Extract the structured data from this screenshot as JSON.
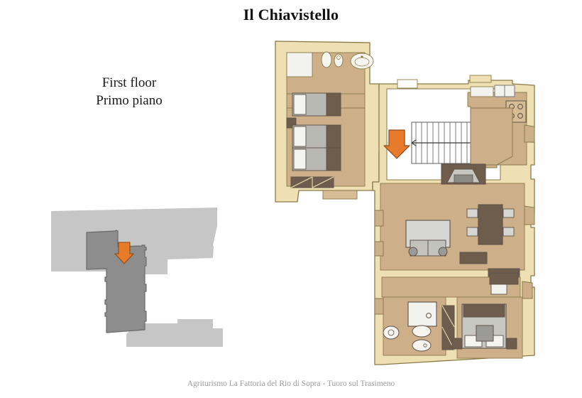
{
  "title": "Il Chiavistello",
  "floor": {
    "english": "First floor",
    "italian": "Primo piano"
  },
  "footer": "Agriturismo La Fattoria del Rio di Sopra - Tuoro sul Trasimeno",
  "colors": {
    "wall_fill": "#efe0b4",
    "wall_stroke": "#8a7a48",
    "room_floor": "#cdb08a",
    "room_floor_light": "#d8bc96",
    "furniture_dark": "#6e5c4c",
    "furniture_grey": "#9a9a96",
    "furniture_light": "#d6d6d2",
    "arrow_fill": "#e87a2c",
    "arrow_stroke": "#8a4a18",
    "key_building": "#c6c6c6",
    "key_unit": "#8d8d8d",
    "key_unit_stroke": "#6a6a6a",
    "title_color": "#111111",
    "footer_color": "#9a9a9a",
    "white": "#ffffff"
  },
  "plan": {
    "name": "first-floor-plan",
    "rooms": [
      {
        "id": "bathroom-upper",
        "label": "bathroom",
        "fixtures": [
          "toilet",
          "bidet",
          "sink",
          "shower-tray"
        ]
      },
      {
        "id": "bedroom-upper",
        "label": "bedroom",
        "furniture": [
          "single-bed",
          "single-bed",
          "single-bed",
          "nightstand",
          "window-shutter"
        ]
      },
      {
        "id": "stairwell",
        "label": "staircase",
        "furniture": [
          "stair-flight"
        ]
      },
      {
        "id": "kitchen",
        "label": "kitchen",
        "furniture": [
          "stove",
          "counter",
          "upper-cabinet",
          "sink-unit"
        ]
      },
      {
        "id": "living-room",
        "label": "living room",
        "furniture": [
          "fireplace",
          "sofa",
          "dining-table",
          "chair",
          "chair",
          "chair",
          "chair",
          "sideboard",
          "console"
        ]
      },
      {
        "id": "bathroom-lower",
        "label": "bathroom",
        "fixtures": [
          "shower",
          "toilet",
          "bidet",
          "sink",
          "door"
        ]
      },
      {
        "id": "bedroom-lower",
        "label": "bedroom",
        "furniture": [
          "double-bed",
          "nightstand",
          "nightstand",
          "wardrobe",
          "desk",
          "chair"
        ]
      }
    ],
    "entrance_marker": {
      "name": "entrance-arrow",
      "direction": "down",
      "color": "#e87a2c"
    }
  },
  "key_map": {
    "name": "location-key-map",
    "description": "building footprint with highlighted unit",
    "marker": {
      "name": "entrance-arrow",
      "direction": "down",
      "color": "#e87a2c"
    }
  }
}
